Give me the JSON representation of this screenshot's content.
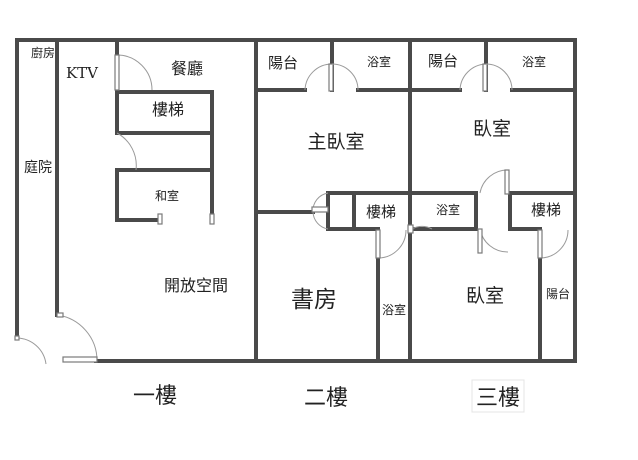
{
  "floors": {
    "f1": {
      "caption": "一樓",
      "rooms": {
        "kitchen": "廚房",
        "ktv": "KTV",
        "dining": "餐廳",
        "stairs": "樓梯",
        "washitsu": "和室",
        "courtyard": "庭院",
        "open_space": "開放空間"
      }
    },
    "f2": {
      "caption": "二樓",
      "rooms": {
        "balcony": "陽台",
        "bath_top": "浴室",
        "master_bedroom": "主臥室",
        "stairs": "樓梯",
        "study": "書房",
        "bath_small": "浴室"
      }
    },
    "f3": {
      "caption": "三樓",
      "rooms": {
        "balcony_top": "陽台",
        "bath_top": "浴室",
        "bedroom_top": "臥室",
        "bath_mid": "浴室",
        "stairs": "樓梯",
        "bedroom_bottom": "臥室",
        "balcony_side": "陽台"
      }
    }
  }
}
